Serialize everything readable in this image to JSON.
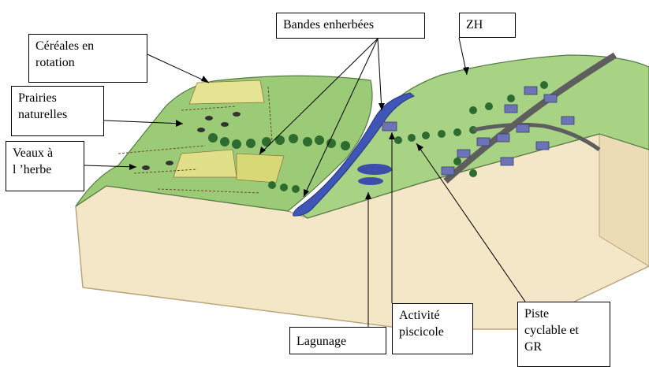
{
  "labels": {
    "cereales": "Céréales en\nrotation",
    "prairies": "Prairies\nnaturelles",
    "veaux": "Veaux à\nl ’herbe",
    "bandes": "Bandes enherbées",
    "zh": "ZH",
    "lagunage": "Lagunage",
    "activite": "Activité\npiscicole",
    "piste": "Piste\ncyclable et\nGR"
  },
  "colors": {
    "soil": "#f3e7c8",
    "grass": "#9ccb78",
    "grass_dark": "#6ea55a",
    "river": "#3f56b6",
    "road": "#5e5e5e",
    "trees": "#2e6b2e",
    "houses": "#6c74b7"
  }
}
